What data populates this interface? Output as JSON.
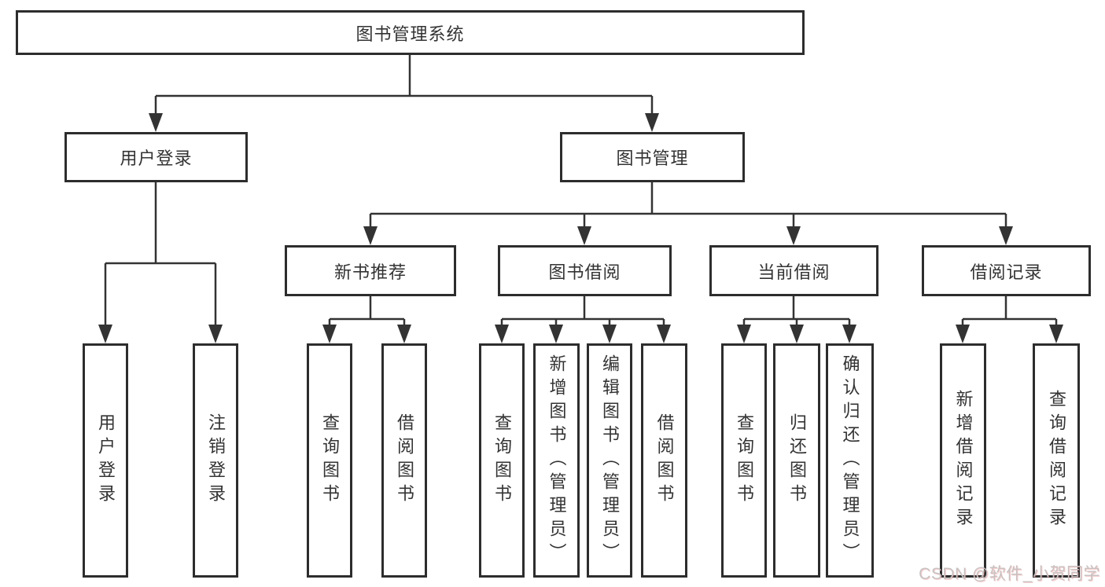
{
  "diagram": {
    "root": "图书管理系统",
    "branches": {
      "user_login": {
        "label": "用户登录",
        "children": {
          "login": "用户登录",
          "logout": "注销登录"
        }
      },
      "book_management": {
        "label": "图书管理",
        "sections": {
          "new_books": {
            "label": "新书推荐",
            "children": {
              "query": "查询图书",
              "borrow": "借阅图书"
            }
          },
          "borrowing": {
            "label": "图书借阅",
            "children": {
              "query": "查询图书",
              "add": "新增图书（管理员）",
              "edit": "编辑图书（管理员）",
              "borrow": "借阅图书"
            }
          },
          "current": {
            "label": "当前借阅",
            "children": {
              "query": "查询图书",
              "return": "归还图书",
              "confirm": "确认归还（管理员）"
            }
          },
          "records": {
            "label": "借阅记录",
            "children": {
              "add": "新增借阅记录",
              "query": "查询借阅记录"
            }
          }
        }
      }
    }
  },
  "watermark": {
    "text": "CSDN @软件_小贺同学"
  },
  "colors": {
    "line": "#333333",
    "border": "#2d2d2d",
    "text": "#333333",
    "background": "#ffffff",
    "watermark": "#c9c2c2"
  }
}
